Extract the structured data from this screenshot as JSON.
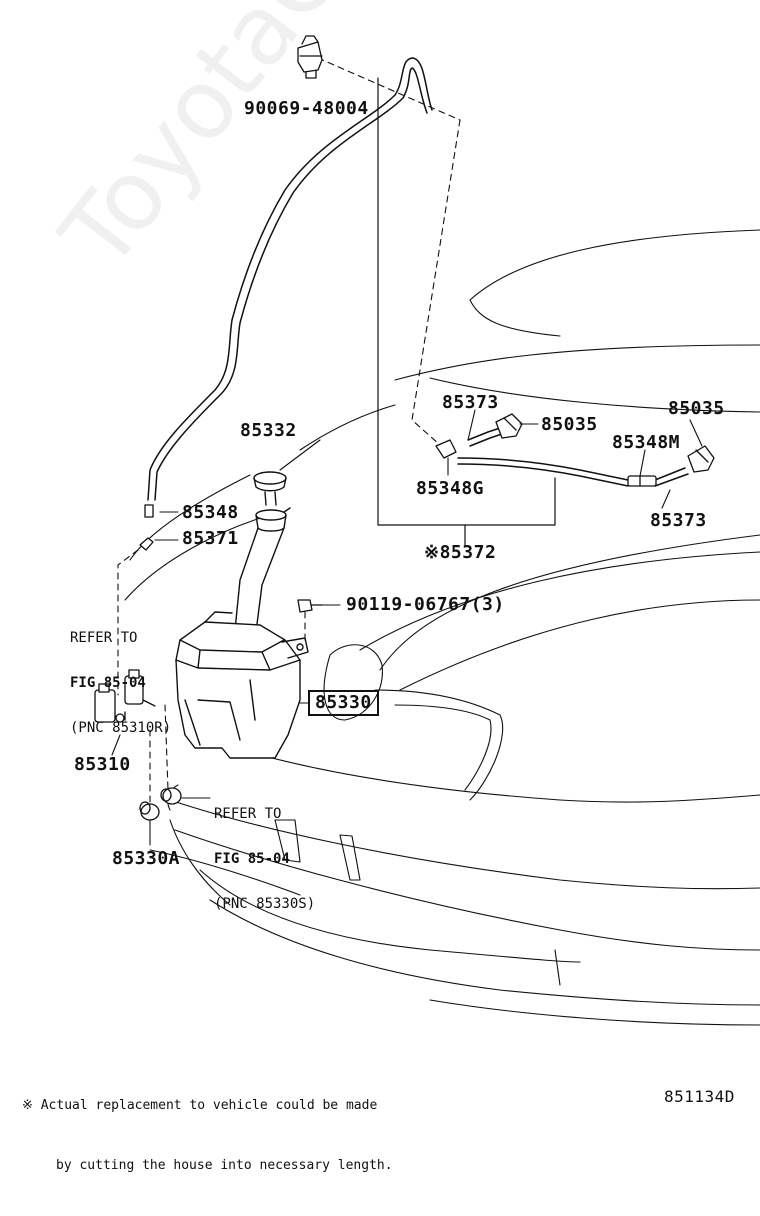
{
  "parts": {
    "p90069": "90069-48004",
    "p85332": "85332",
    "p85348": "85348",
    "p85371": "85371",
    "p85373_left": "85373",
    "p85035_left": "85035",
    "p85035_right": "85035",
    "p85348M": "85348M",
    "p85348G": "85348G",
    "p85373_right": "85373",
    "p85372": "85372",
    "p90119": "90119-06767(3)",
    "p85330": "85330",
    "p85310": "85310",
    "p85330A": "85330A"
  },
  "refs": {
    "ref1_line1": "REFER TO",
    "ref1_line2": "FIG 85-04",
    "ref1_line3": "(PNC 85310R)",
    "ref2_line1": "REFER TO",
    "ref2_line2": "FIG 85-04",
    "ref2_line3": "(PNC 85330S)"
  },
  "asterisk": "※",
  "footnote": {
    "line1": "※ Actual replacement to vehicle could be made",
    "line2": "by cutting the house into necessary length."
  },
  "diagram_id": "851134D",
  "watermark": "ToyotaCarPart.ru"
}
